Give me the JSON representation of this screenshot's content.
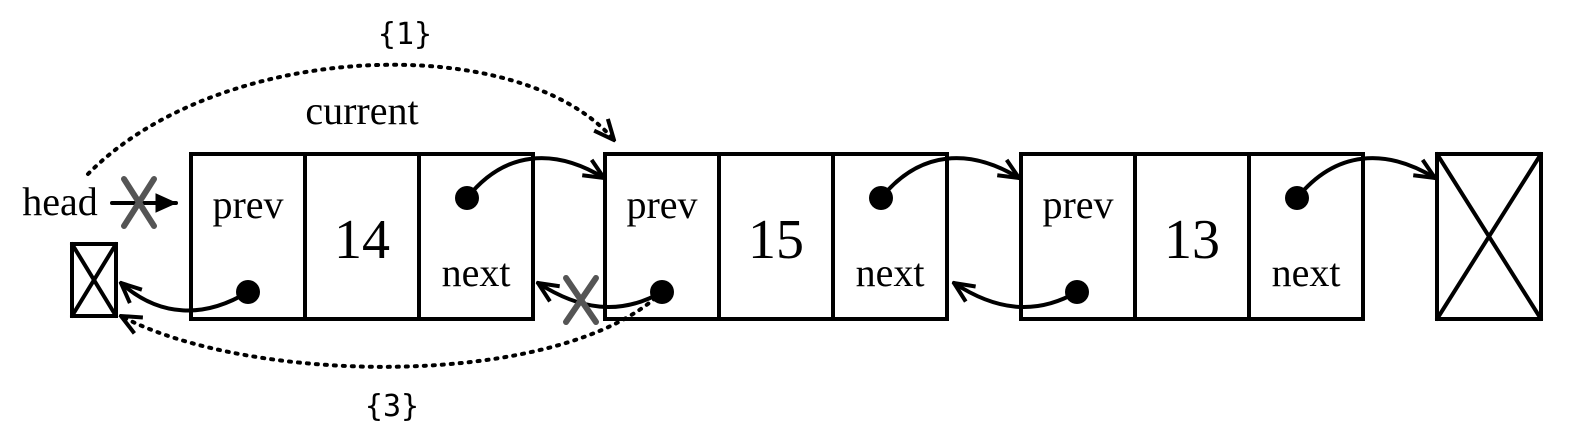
{
  "labels": {
    "head": "head",
    "current": "current",
    "step_1": "{1}",
    "step_3": "{3}"
  },
  "nodes": [
    {
      "prev_label": "prev",
      "value": "14",
      "next_label": "next"
    },
    {
      "prev_label": "prev",
      "value": "15",
      "next_label": "next"
    },
    {
      "prev_label": "prev",
      "value": "13",
      "next_label": "next"
    }
  ],
  "colors": {
    "line": "#000000",
    "removed_link_cross": "#555555"
  }
}
